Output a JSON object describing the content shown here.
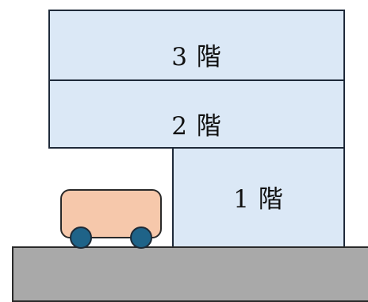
{
  "colors": {
    "floor_fill": "#dbe8f6",
    "ground_fill": "#a9a9a9",
    "car_body": "#f6c8ab",
    "car_wheel": "#1f6388"
  },
  "floors": [
    {
      "label": "3 階"
    },
    {
      "label": "2 階"
    },
    {
      "label": "1 階"
    }
  ]
}
